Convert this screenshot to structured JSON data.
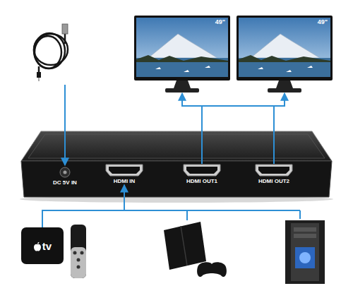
{
  "diagram": {
    "nodes": [
      {
        "text": [
          "49\""
        ]
      },
      {
        "text": [
          "49\""
        ]
      },
      {
        "text": [
          "DC 5V IN"
        ]
      },
      {
        "text": [
          "HDMI IN"
        ]
      },
      {
        "text": [
          "HDMI OUT1"
        ]
      },
      {
        "text": [
          "HDMI OUT2"
        ]
      },
      {
        "text": [
          "tv"
        ]
      }
    ],
    "edges": [
      {
        "from": 4,
        "to": 0,
        "arrow": "to"
      },
      {
        "from": 5,
        "to": 1,
        "arrow": "to"
      },
      {
        "from": 6,
        "to": 3,
        "arrow": "to"
      }
    ]
  }
}
